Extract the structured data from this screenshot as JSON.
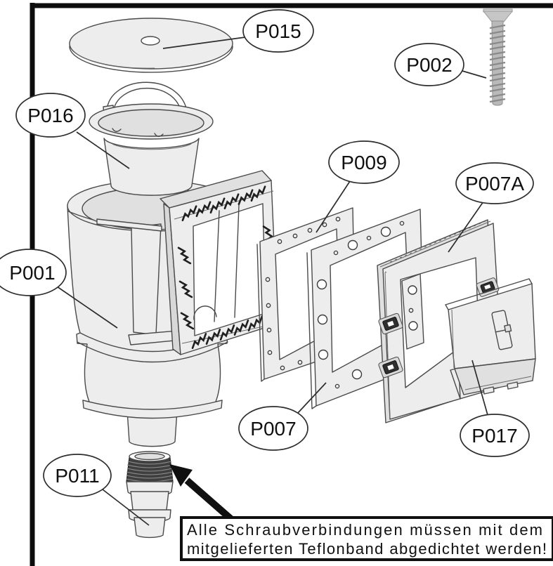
{
  "figure": {
    "kind": "exploded-parts-diagram",
    "subject": "pool skimmer assembly",
    "language": "de",
    "background_color": "#ffffff",
    "outline_color": "#4a4a4a",
    "part_fill_color": "#ededed",
    "callout_text_color": "#101010"
  },
  "callouts": [
    {
      "id": "P015",
      "part": "skimmer-lid"
    },
    {
      "id": "P002",
      "part": "screw"
    },
    {
      "id": "P016",
      "part": "strainer-basket"
    },
    {
      "id": "P009",
      "part": "gasket"
    },
    {
      "id": "P007A",
      "part": "faceplate-frame"
    },
    {
      "id": "P001",
      "part": "skimmer-body"
    },
    {
      "id": "P007",
      "part": "sealing-plate"
    },
    {
      "id": "P017",
      "part": "weir-flap"
    },
    {
      "id": "P011",
      "part": "threaded-fitting"
    }
  ],
  "note": {
    "line1": "Alle Schraubverbindungen müssen mit dem",
    "line2": "mitgelieferten Teflonband abgedichtet werden!"
  }
}
